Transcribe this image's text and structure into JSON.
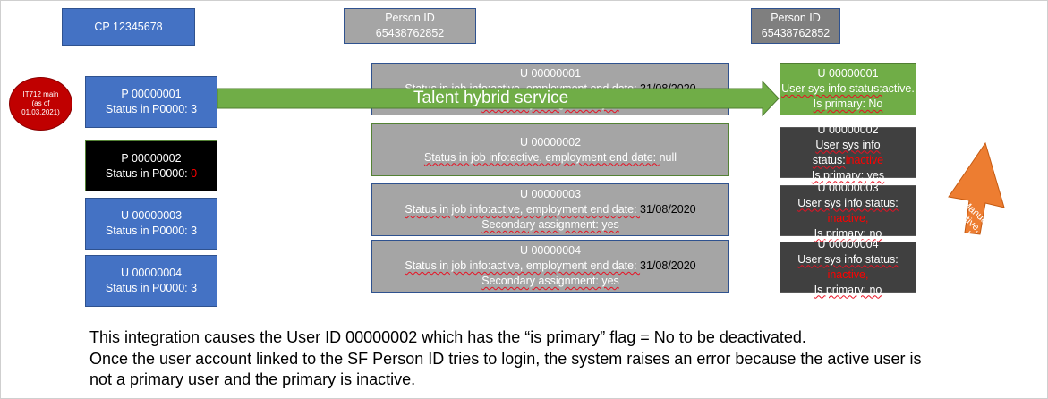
{
  "header": {
    "cp": "CP 12345678",
    "person_mid": {
      "line1": "Person ID",
      "line2": "65438762852"
    },
    "person_right": {
      "line1": "Person ID",
      "line2": "65438762852"
    }
  },
  "oval": {
    "line1": "IT712 main",
    "line2": "(as of",
    "line3": "01.03.2021)"
  },
  "left": [
    {
      "id": "P 00000001",
      "status_prefix": "Status in P0000: ",
      "status_value": "3"
    },
    {
      "id": "P 00000002",
      "status_prefix": "Status in P0000: ",
      "status_value": "0"
    },
    {
      "id": "U 00000003",
      "status_prefix": "Status in P0000: ",
      "status_value": "3"
    },
    {
      "id": "U 00000004",
      "status_prefix": "Status in P0000: ",
      "status_value": "3"
    }
  ],
  "middle": [
    {
      "id": "U 00000001",
      "status": "Status in job info:active, employment end date: ",
      "end_date": "31/08/2020",
      "extra": "Secondary assignment: yes"
    },
    {
      "id": "U 00000002",
      "status": "Status in job info:active, employment end date: ",
      "end_date": "null",
      "extra": ""
    },
    {
      "id": "U 00000003",
      "status": "Status in job info:active, employment end date: ",
      "end_date": "31/08/2020",
      "extra": "Secondary assignment: yes"
    },
    {
      "id": "U 00000004",
      "status": "Status in job info:active, employment end date: ",
      "end_date": "31/08/2020",
      "extra": "Secondary assignment: yes"
    }
  ],
  "right": [
    {
      "id": "U 00000001",
      "status_prefix": "User sys info status:",
      "status_value": "active.",
      "primary": "Is primary: No"
    },
    {
      "id": "U 00000002",
      "status_prefix": "User sys info status:",
      "status_value": "inactive",
      "primary": "Is primary: yes"
    },
    {
      "id": "U 00000003",
      "status_prefix": "User sys info status: ",
      "status_value": "inactive,",
      "primary": "Is primary: no"
    },
    {
      "id": "U 00000004",
      "status_prefix": "User sys info status: ",
      "status_value": "inactive,",
      "primary": "Is primary: no"
    }
  ],
  "arrow_label": "Talent hybrid service",
  "orange_callout": "Manually set to inactive, removed login",
  "caption": {
    "line1": "This integration causes the User ID 00000002 which has the “is primary” flag = No to be deactivated.",
    "line2": "Once the user account linked to the SF Person ID tries to login, the system raises an error because the active user is",
    "line3": "not a primary user and the primary is inactive."
  },
  "colors": {
    "blue": "#4472c4",
    "grey": "#a5a5a5",
    "green": "#70ad47",
    "dark": "#404040",
    "red_oval": "#c00000",
    "orange": "#ed7d31",
    "inactive_text": "#ff0000"
  }
}
